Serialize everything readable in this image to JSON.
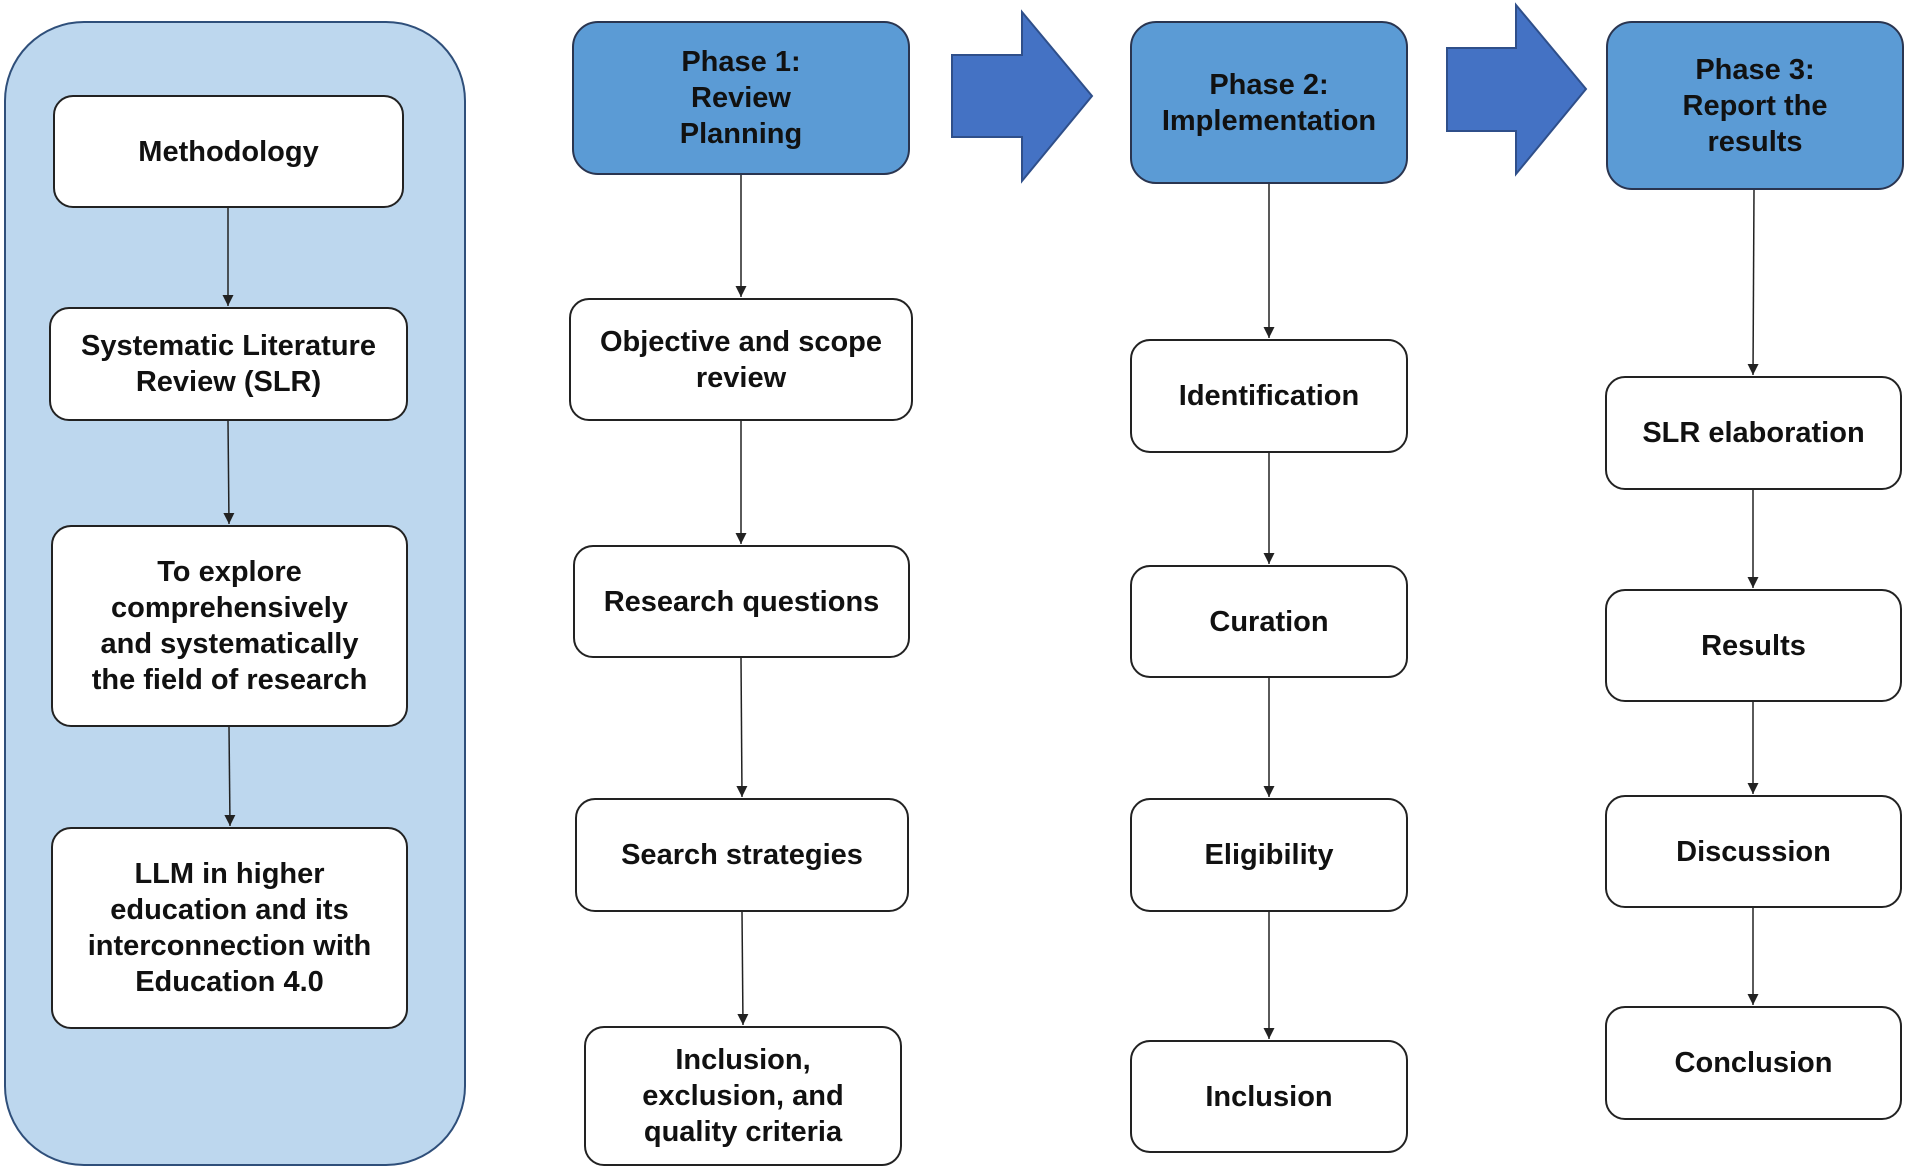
{
  "colors": {
    "panel_fill": "#bdd7ee",
    "phase_header_fill": "#5b9bd5",
    "big_arrow_fill": "#4472c4",
    "box_fill": "#ffffff",
    "line": "#222222"
  },
  "left_column": {
    "items": [
      "Methodology",
      "Systematic Literature Review (SLR)",
      "To explore comprehensively and systematically the field of research",
      "LLM in higher education and its interconnection with Education 4.0"
    ]
  },
  "phase1": {
    "title": "Phase 1: Review Planning",
    "steps": [
      "Objective and scope review",
      "Research questions",
      "Search strategies",
      "Inclusion, exclusion, and quality criteria"
    ]
  },
  "phase2": {
    "title": "Phase 2: Implementation",
    "steps": [
      "Identification",
      "Curation",
      "Eligibility",
      "Inclusion"
    ]
  },
  "phase3": {
    "title": "Phase 3: Report the results",
    "steps": [
      "SLR elaboration",
      "Results",
      "Discussion",
      "Conclusion"
    ]
  }
}
